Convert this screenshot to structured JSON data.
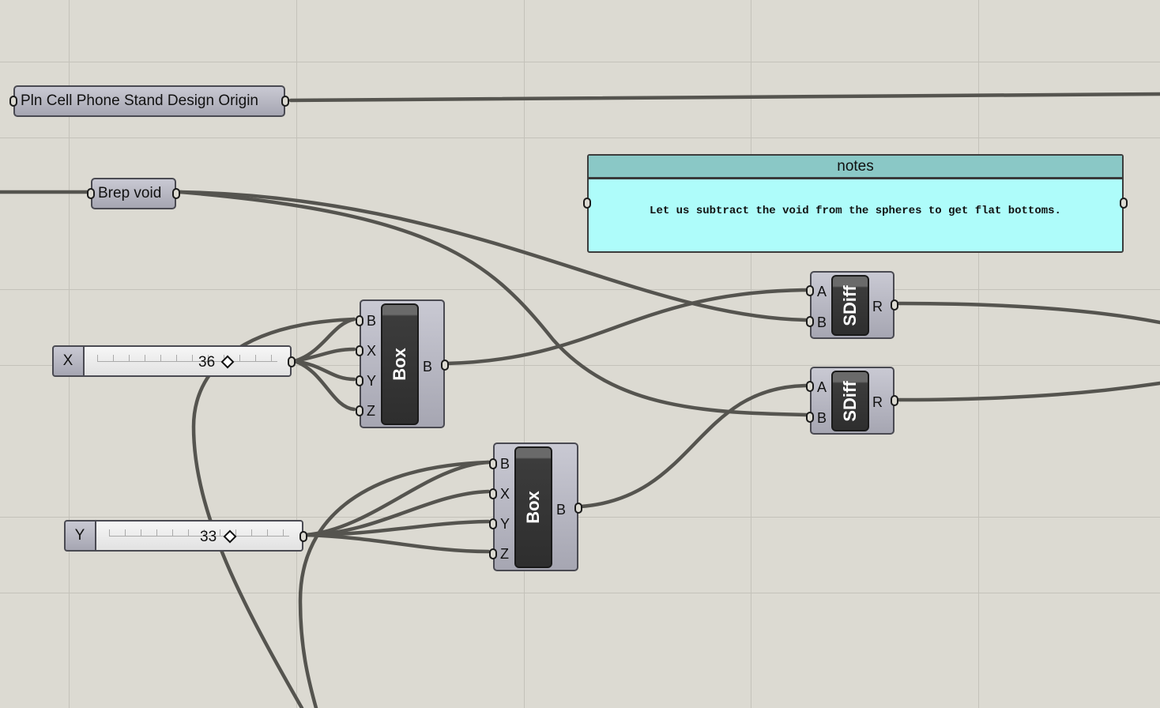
{
  "canvas": {
    "background": "#dcdad2",
    "wire_color": "#55544f",
    "node_fill": "#b6b6c2",
    "panel_fill": "#aefcfa",
    "panel_header_fill": "#8ac8c6"
  },
  "params": {
    "pln_origin": "Pln Cell Phone Stand Design Origin",
    "brep_void": "Brep void"
  },
  "sliders": {
    "x": {
      "label": "X",
      "value": "36"
    },
    "y": {
      "label": "Y",
      "value": "33"
    }
  },
  "box_components": [
    {
      "name": "Box",
      "inputs": [
        "B",
        "X",
        "Y",
        "Z"
      ],
      "output": "B"
    },
    {
      "name": "Box",
      "inputs": [
        "B",
        "X",
        "Y",
        "Z"
      ],
      "output": "B"
    }
  ],
  "sdiff_components": [
    {
      "name": "SDiff",
      "inputs": [
        "A",
        "B"
      ],
      "output": "R"
    },
    {
      "name": "SDiff",
      "inputs": [
        "A",
        "B"
      ],
      "output": "R"
    }
  ],
  "notes_panel": {
    "title": "notes",
    "text": "Let us subtract the void from the spheres to get flat bottoms."
  }
}
